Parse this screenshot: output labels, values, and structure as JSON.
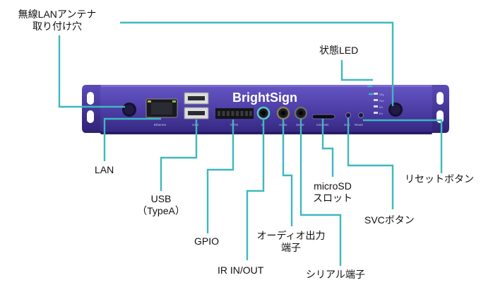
{
  "brand": "BrightSign",
  "port_labels": {
    "ethernet": "Ethernet",
    "usb": "USB",
    "gpio": "GPIO",
    "ir": "IR",
    "audio": "Audio",
    "serial": "Serial",
    "microsd": "microSD",
    "svc": "SVC",
    "reset": "Reset"
  },
  "led_labels": [
    "Sby",
    "Pwr",
    "Wi",
    "Err"
  ],
  "callouts": {
    "wifi_antenna": [
      "無線LANアンテナ",
      "取り付け穴"
    ],
    "status_led": [
      "状態LED"
    ],
    "lan": [
      "LAN"
    ],
    "usb": [
      "USB",
      "（TypeA）"
    ],
    "gpio": [
      "GPIO"
    ],
    "ir": [
      "IR IN/OUT"
    ],
    "audio": [
      "オーディオ出力",
      "端子"
    ],
    "serial": [
      "シリアル端子"
    ],
    "microsd": [
      "microSD",
      "スロット"
    ],
    "svc": [
      "SVCボタン"
    ],
    "reset": [
      "リセットボタン"
    ]
  },
  "colors": {
    "device": "#4b3ba3",
    "device_dark": "#2f2273",
    "device_light": "#6656c4",
    "lead_line": "#3fb8bd",
    "text": "#111111"
  }
}
